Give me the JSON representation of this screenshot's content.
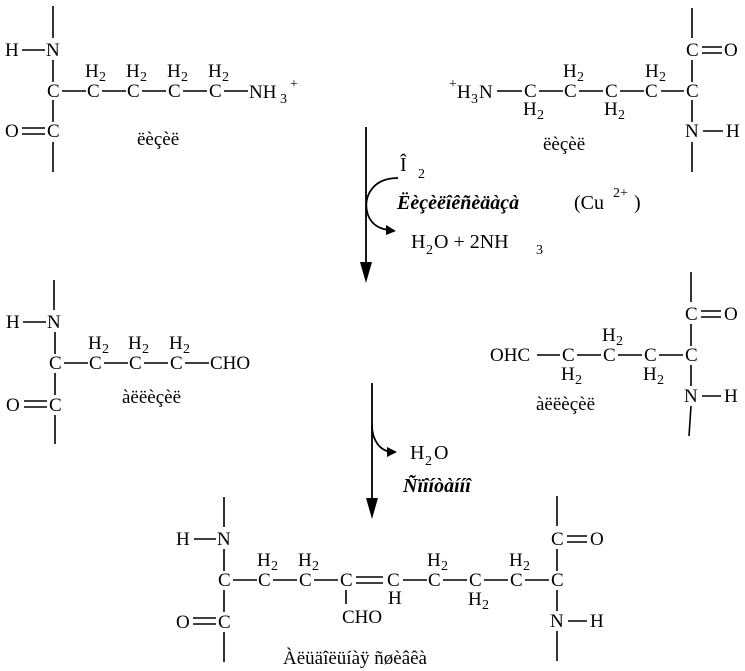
{
  "atoms": {
    "n": "N",
    "h": "H",
    "c": "C",
    "o": "O",
    "h2": "H",
    "two": "2",
    "three": "3",
    "plus": "+",
    "nh3": "NH",
    "h3n": "H",
    "h3n_n": "N",
    "cho": "CHO",
    "ohc": "OHC"
  },
  "labels": {
    "lysine_left": "ëèçèë",
    "lysine_right": "ëèçèë",
    "allysine_left": "àëëèçèë",
    "allysine_right": "àëëèçèë",
    "product": "Àëüäîëüíàÿ ñøèâêà"
  },
  "conditions": {
    "o2_symbol": "Î",
    "o2_sub": "2",
    "catalyst": "Ëèçèëîêñèäàçà",
    "cu": "(Cu",
    "cu_sup": "2+",
    "cu_close": ")",
    "byproduct_h2o": "H",
    "byproduct_sub": "2",
    "byproduct_rest": "O + 2NH",
    "byproduct_sub2": "3",
    "water_h": "H",
    "water_sub": "2",
    "water_o": "O",
    "spontaneous": "Ñïîíòàííî"
  }
}
